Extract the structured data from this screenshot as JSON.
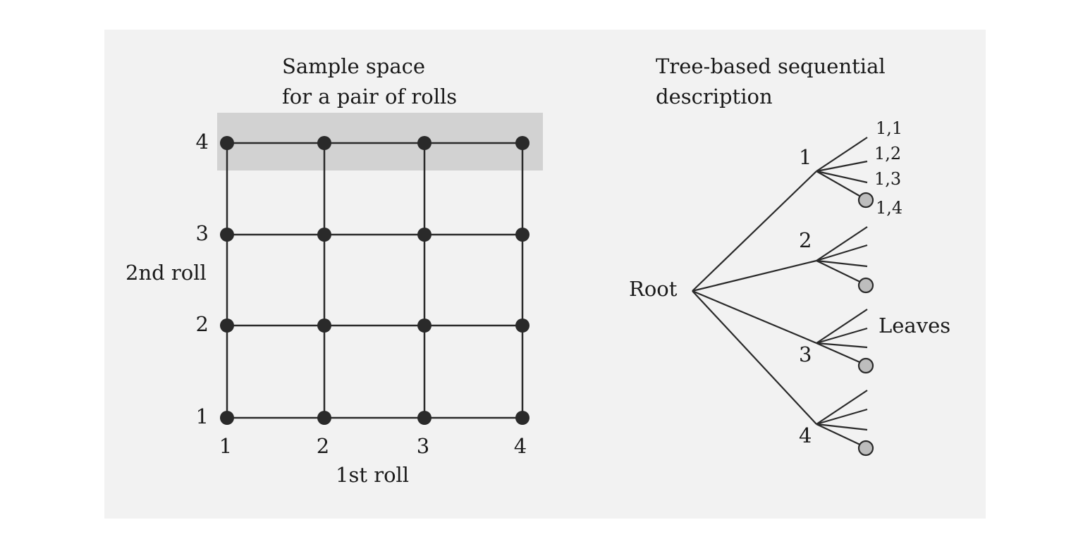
{
  "grid": {
    "title_line1": "Sample space",
    "title_line2": "for a pair of rolls",
    "x_axis_label": "1st roll",
    "y_axis_label": "2nd roll",
    "x_ticks": [
      "1",
      "2",
      "3",
      "4"
    ],
    "y_ticks": [
      "1",
      "2",
      "3",
      "4"
    ],
    "highlighted_row": "4",
    "node_color": "#2a2a2a",
    "highlight_color": "#d2d2d2"
  },
  "tree": {
    "title_line1": "Tree-based sequential",
    "title_line2": "description",
    "root_label": "Root",
    "branches": [
      {
        "label": "1",
        "leaves": [
          "1,1",
          "1,2",
          "1,3",
          "1,4"
        ]
      },
      {
        "label": "2",
        "leaves": []
      },
      {
        "label": "3",
        "leaves": []
      },
      {
        "label": "4",
        "leaves": []
      }
    ],
    "leaves_label": "Leaves",
    "leaf_node_color": "#bdbdbd"
  }
}
